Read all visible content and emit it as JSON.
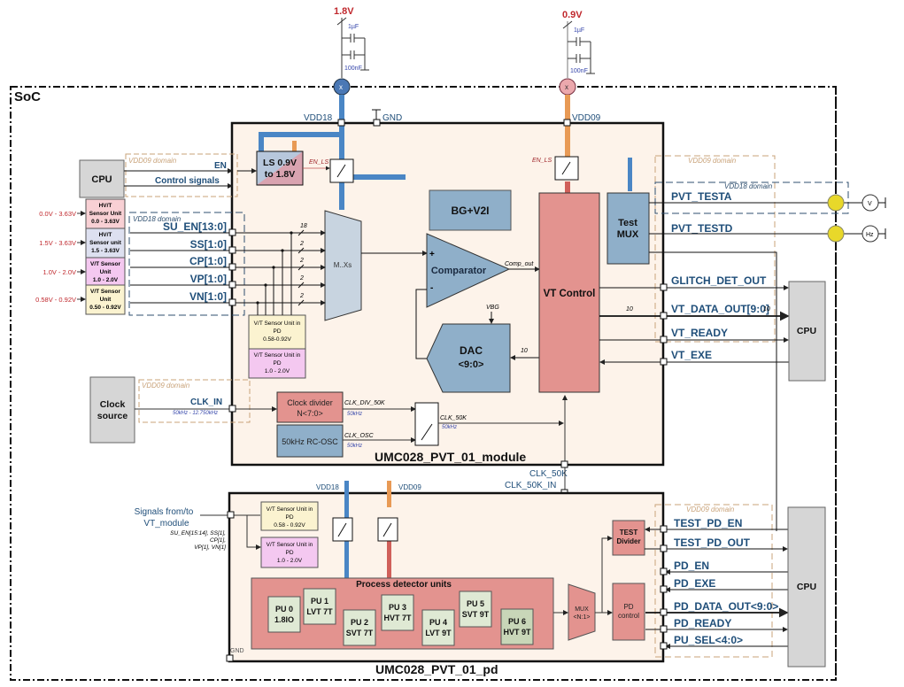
{
  "soc_label": "SoC",
  "supplies": {
    "v18": {
      "label": "1.8V",
      "cap1": "1µF",
      "cap2": "100nF",
      "pin": "VDD18"
    },
    "v09": {
      "label": "0.9V",
      "cap1": "1µF",
      "cap2": "100nF",
      "pin": "VDD09"
    },
    "gnd": "GND"
  },
  "domains": {
    "vdd09": "VDD09 domain",
    "vdd18": "VDD18 domain"
  },
  "left": {
    "cpu": "CPU",
    "en": "EN",
    "control_signals": "Control signals",
    "sensor_units": [
      {
        "line1": "HV/T",
        "line2": "Sensor Unit",
        "line3": "0.0 - 3.63V",
        "range": "0.0V - 3.63V",
        "color": "#f8d0d4"
      },
      {
        "line1": "HV/T",
        "line2": "Sensor unit",
        "line3": "1.5 - 3.63V",
        "range": "1.5V - 3.63V",
        "color": "#dde0f0"
      },
      {
        "line1": "V/T Sensor",
        "line2": "Unit",
        "line3": "1.0 - 2.0V",
        "range": "1.0V - 2.0V",
        "color": "#f4c8f0"
      },
      {
        "line1": "V/T Sensor",
        "line2": "Unit",
        "line3": "0.50 - 0.92V",
        "range": "0.58V - 0.92V",
        "color": "#fbf3d0"
      }
    ],
    "bus_signals": [
      "SU_EN[13:0]",
      "SS[1:0]",
      "CP[1:0]",
      "VP[1:0]",
      "VN[1:0]"
    ],
    "bus_widths": [
      "18",
      "2",
      "2",
      "2",
      "2"
    ],
    "clock_source": [
      "Clock",
      "source"
    ],
    "clk_in": "CLK_IN",
    "clk_in_freq": "50kHz - 12.750kHz"
  },
  "module": {
    "title": "UMC028_PVT_01_module",
    "ls": [
      "LS 0.9V",
      "to 1.8V"
    ],
    "en_ls": "EN_LS",
    "mux": "M..Xs",
    "bg": "BG+V2I",
    "comparator": "Comparator",
    "comp_out": "Comp_out",
    "plus": "+",
    "minus": "-",
    "vt_control": "VT Control",
    "dac": [
      "DAC",
      "<9:0>"
    ],
    "vbg": "VBG",
    "dac_width": "10",
    "test_mux": [
      "Test",
      "MUX"
    ],
    "pd_unit1": [
      "V/T Sensor Unit in",
      "PD",
      "0.58-0.92V"
    ],
    "pd_unit2": [
      "V/T Sensor Unit in",
      "PD",
      "1.0 - 2.0V"
    ],
    "clock_divider": [
      "Clock divider",
      "N<7:0>"
    ],
    "rc_osc": "50kHz RC-OSC",
    "clk_div_50k": "CLK_DIV_50K",
    "clk_osc": "CLK_OSC",
    "clk_50k": "CLK_50K",
    "freq_50k": "50kHz"
  },
  "right_top": {
    "pvt_testa": "PVT_TESTA",
    "pvt_testd": "PVT_TESTD",
    "meter_v": "V",
    "meter_hz": "Hz",
    "signals": [
      "GLITCH_DET_OUT",
      "VT_DATA_OUT[9:0]",
      "VT_READY",
      "VT_EXE"
    ],
    "data_width": "10",
    "cpu": "CPU"
  },
  "link": {
    "clk_50k": "CLK_50K",
    "clk_50k_in": "CLK_50K_IN"
  },
  "pd": {
    "title": "UMC028_PVT_01_pd",
    "vdd18": "VDD18",
    "vdd09": "VDD09",
    "gnd": "GND",
    "signals_from": [
      "Signals from/to",
      "VT_module"
    ],
    "signals_list": [
      "SU_EN[15:14], SS[1],",
      "CP[1],",
      "VP[1], VN[1]"
    ],
    "pd_unit1": [
      "V/T Sensor Unit in",
      "PD",
      "0.58 - 0.92V"
    ],
    "pd_unit2": [
      "V/T Sensor Unit in",
      "PD",
      "1.0 - 2.0V"
    ],
    "pdu_title": "Process detector units",
    "pus": [
      {
        "name": "PU 0",
        "type": "1.8IO"
      },
      {
        "name": "PU 1",
        "type": "LVT 7T"
      },
      {
        "name": "PU 2",
        "type": "SVT 7T"
      },
      {
        "name": "PU 3",
        "type": "HVT 7T"
      },
      {
        "name": "PU 4",
        "type": "LVT 9T"
      },
      {
        "name": "PU 5",
        "type": "SVT 9T"
      },
      {
        "name": "PU 6",
        "type": "HVT 9T"
      }
    ],
    "mux": [
      "MUX",
      "<N:1>"
    ],
    "test_divider": [
      "TEST",
      "Divider"
    ],
    "pd_control": [
      "PD",
      "control"
    ],
    "signals": [
      "TEST_PD_EN",
      "TEST_PD_OUT",
      "PD_EN",
      "PD_EXE",
      "PD_DATA_OUT<9:0>",
      "PD_READY",
      "PU_SEL<4:0>"
    ],
    "cpu": "CPU"
  },
  "colors": {
    "module_bg": "#fdf3ea",
    "blue_block": "#8fafc9",
    "red_block": "#e3938f",
    "vdd18_rail": "#4a86c5",
    "vdd09_rail": "#e89a55",
    "supply_red": "#c0282d",
    "signal_text": "#1f4e79",
    "domain09": "#c9a37a",
    "domain18": "#2f4f6f",
    "probe_yellow": "#e8d82a"
  }
}
